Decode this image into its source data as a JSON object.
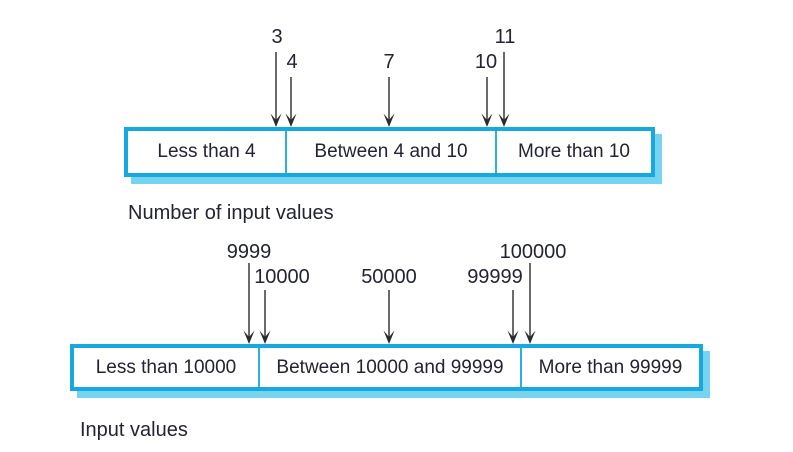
{
  "figure": {
    "colors": {
      "bar_border": "#17A8DF",
      "bar_divider": "#2BAFE3",
      "bar_shadow": "#76D4F0",
      "arrow": "#2b2b2b",
      "text": "#232433",
      "background": "#ffffff"
    },
    "top_diagram": {
      "caption": "Number of input values",
      "pointers": [
        {
          "label": "3"
        },
        {
          "label": "4"
        },
        {
          "label": "7"
        },
        {
          "label": "10"
        },
        {
          "label": "11"
        }
      ],
      "cells": [
        {
          "label": "Less than 4"
        },
        {
          "label": "Between 4 and 10"
        },
        {
          "label": "More than 10"
        }
      ]
    },
    "bottom_diagram": {
      "caption": "Input values",
      "pointers": [
        {
          "label": "9999"
        },
        {
          "label": "10000"
        },
        {
          "label": "50000"
        },
        {
          "label": "99999"
        },
        {
          "label": "100000"
        }
      ],
      "cells": [
        {
          "label": "Less than 10000"
        },
        {
          "label": "Between 10000 and 99999"
        },
        {
          "label": "More than 99999"
        }
      ]
    }
  }
}
